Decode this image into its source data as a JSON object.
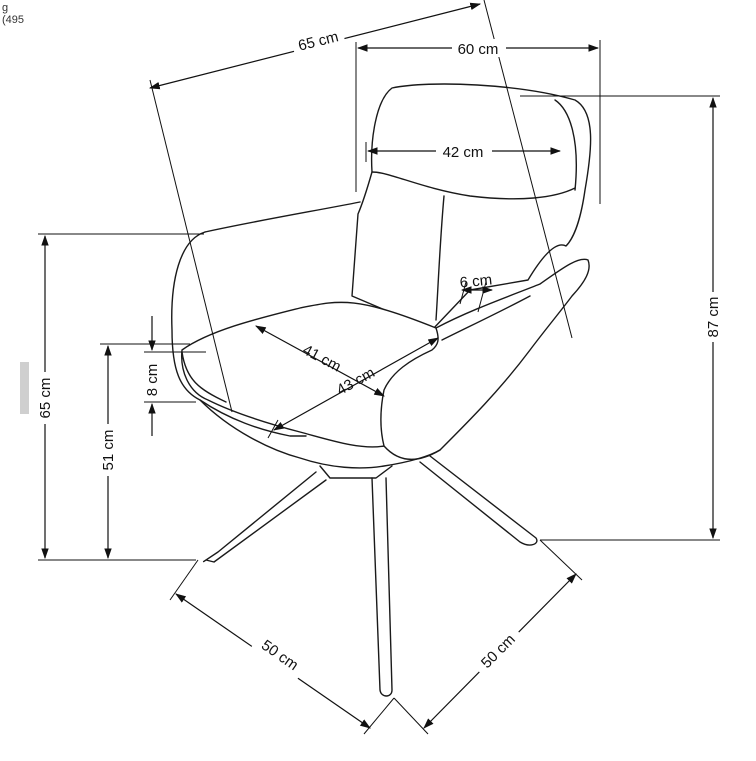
{
  "header": {
    "code_prefix": "g",
    "code": "(495"
  },
  "dimensions": {
    "backrest_depth": "65 cm",
    "overall_width": "60 cm",
    "backrest_inner_width": "42 cm",
    "armrest_thickness": "6 cm",
    "seat_width": "41 cm",
    "seat_depth": "43 cm",
    "seat_cushion": "8 cm",
    "armrest_height": "65 cm",
    "seat_height": "51 cm",
    "total_height": "87 cm",
    "base_left": "50 cm",
    "base_right": "50 cm"
  },
  "colors": {
    "line": "#1a1a1a",
    "tab": "#cfcfcf"
  }
}
